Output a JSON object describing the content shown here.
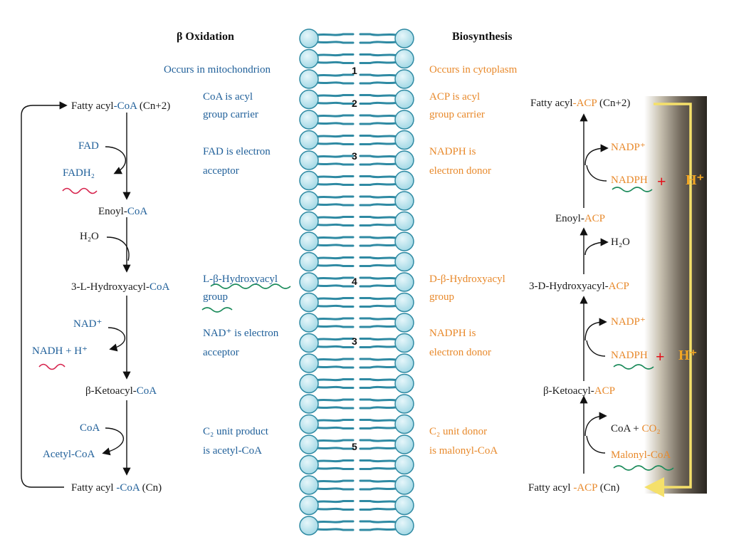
{
  "headers": {
    "left": "β Oxidation",
    "right": "Biosynthesis"
  },
  "left_props": {
    "location": "Occurs in mitochondrion",
    "carrier": [
      "CoA is acyl",
      "group carrier"
    ],
    "acceptor1": [
      "FAD is electron",
      "acceptor"
    ],
    "intermediate": [
      "L-β-Hydroxyacyl",
      "group"
    ],
    "acceptor2": [
      "NAD⁺ is electron",
      "acceptor"
    ],
    "product": [
      "C₂ unit product",
      "is acetyl-CoA"
    ]
  },
  "right_props": {
    "location": "Occurs in cytoplasm",
    "carrier": [
      "ACP is acyl",
      "group carrier"
    ],
    "donor1": [
      "NADPH is",
      "electron donor"
    ],
    "intermediate": [
      "D-β-Hydroxyacyl",
      "group"
    ],
    "donor2": [
      "NADPH is",
      "electron donor"
    ],
    "product": [
      "C₂ unit donor",
      "is malonyl-CoA"
    ]
  },
  "numbers": [
    "1",
    "2",
    "3",
    "4",
    "3",
    "5"
  ],
  "left_pathway": {
    "n1": {
      "a": "Fatty acyl",
      "b": "-CoA",
      "c": "(Cn+2)"
    },
    "fad": "FAD",
    "fadh2": "FADH₂",
    "n2": {
      "a": "Enoyl-",
      "b": "CoA"
    },
    "h2o": "H₂O",
    "n3": {
      "a": "3-L-Hydroxyacyl-",
      "b": "CoA"
    },
    "nad": "NAD⁺",
    "nadh": "NADH  +  H⁺",
    "n4": {
      "a": "β-Ketoacyl-",
      "b": "CoA"
    },
    "coa": "CoA",
    "acetyl": "Acetyl-CoA",
    "n5": {
      "a": "Fatty acyl",
      "b": "-CoA",
      "c": "(Cn)"
    }
  },
  "right_pathway": {
    "n1": {
      "a": "Fatty acyl",
      "b": "-ACP",
      "c": "(Cn+2)"
    },
    "nadp1": "NADP⁺",
    "nadph1": "NADPH",
    "n2": {
      "a": "Enoyl-",
      "b": "ACP"
    },
    "h2o": "H₂O",
    "n3": {
      "a": "3-D-Hydroxyacyl-",
      "b": "ACP"
    },
    "nadp2": "NADP⁺",
    "nadph2": "NADPH",
    "n4": {
      "a": "β-Ketoacyl-",
      "b": "ACP"
    },
    "coa_co2": {
      "a": "CoA + ",
      "b": "CO₂"
    },
    "malonyl": {
      "a": "Malonyl-",
      "b": "CoA"
    },
    "n5": {
      "a": "Fatty acyl",
      "b": "-ACP",
      "c": "(Cn)"
    }
  },
  "annotations": {
    "plus": "+",
    "hplus": "H⁺"
  },
  "colors": {
    "coa_blue": "#1f5f99",
    "acp_orange": "#e8892b",
    "membrane": "#2f8aa3",
    "highlight_arrow": "#f5e06a",
    "wavy_red": "#d6204a",
    "wavy_green": "#1a8a5a"
  }
}
